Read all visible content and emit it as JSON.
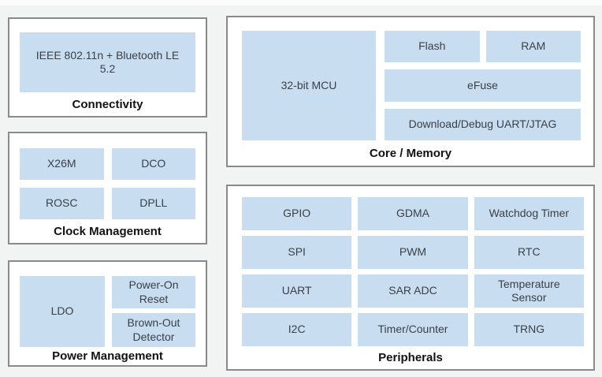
{
  "sections": {
    "connectivity": {
      "title": "Connectivity",
      "blocks": {
        "wifi_bt": "IEEE 802.11n + Bluetooth LE 5.2"
      }
    },
    "clock": {
      "title": "Clock Management",
      "blocks": {
        "x26m": "X26M",
        "dco": "DCO",
        "rosc": "ROSC",
        "dpll": "DPLL"
      }
    },
    "power": {
      "title": "Power Management",
      "blocks": {
        "ldo": "LDO",
        "por": "Power-On Reset",
        "bod": "Brown-Out Detector"
      }
    },
    "core": {
      "title": "Core / Memory",
      "blocks": {
        "mcu": "32-bit MCU",
        "flash": "Flash",
        "ram": "RAM",
        "efuse": "eFuse",
        "debug": "Download/Debug UART/JTAG"
      }
    },
    "peripherals": {
      "title": "Peripherals",
      "blocks": {
        "gpio": "GPIO",
        "gdma": "GDMA",
        "wdt": "Watchdog Timer",
        "spi": "SPI",
        "pwm": "PWM",
        "rtc": "RTC",
        "uart": "UART",
        "sar_adc": "SAR ADC",
        "temp_sensor": "Temperature Sensor",
        "i2c": "I2C",
        "timer_counter": "Timer/Counter",
        "trng": "TRNG"
      }
    }
  },
  "colors": {
    "block_fill": "#c9ddf1",
    "block_text": "#3a4047",
    "box_bg": "#ffffff",
    "box_border": "#8a8a8a",
    "page_bg": "#f2f3f3",
    "title_text": "#121212"
  }
}
